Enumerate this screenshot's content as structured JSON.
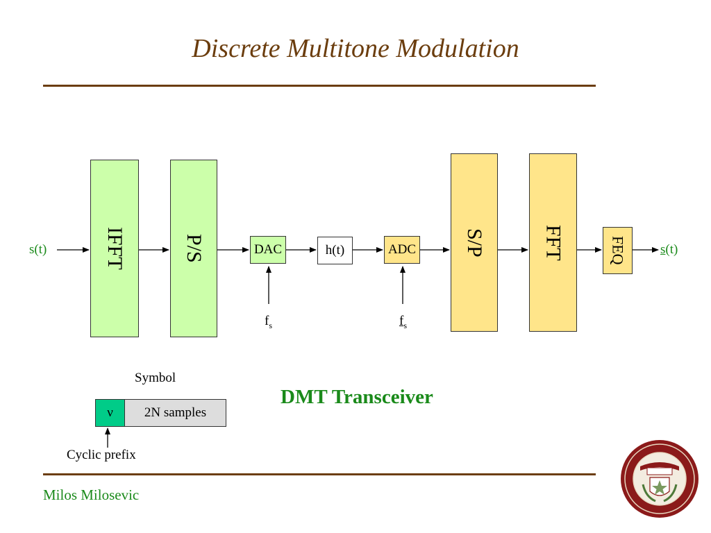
{
  "title": "Discrete Multitone Modulation",
  "footer": {
    "author": "Milos Milosevic"
  },
  "diagram": {
    "input_label": "s(t)",
    "output_label_main": "s",
    "output_label_rest": "(t)",
    "blocks": {
      "ifft": "IFFT",
      "ps": "P/S",
      "dac": "DAC",
      "channel": "h(t)",
      "adc": "ADC",
      "sp": "S/P",
      "fft": "FFT",
      "feq": "FEQ"
    },
    "fs_tx": {
      "main": "f",
      "sub": "s"
    },
    "fs_rx": {
      "main": "f",
      "sub": "s"
    },
    "caption": "DMT Transceiver"
  },
  "symbol": {
    "title": "Symbol",
    "prefix_glyph": "ν",
    "samples_label": "2N samples",
    "prefix_label": "Cyclic prefix"
  },
  "colors": {
    "title": "#6b3d0e",
    "green_block": "#ccffaa",
    "yellow_block": "#ffe58a",
    "green_text": "#1a8a1a",
    "prefix_fill": "#00cc88",
    "samples_fill": "#dddddd",
    "seal": "#8b1a1a"
  }
}
